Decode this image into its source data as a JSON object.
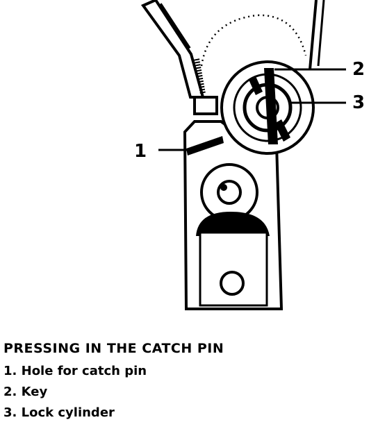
{
  "figure": {
    "callouts": [
      {
        "number": "1"
      },
      {
        "number": "2"
      },
      {
        "number": "3"
      }
    ]
  },
  "caption": {
    "title": "PRESSING IN THE CATCH PIN",
    "items": [
      "1. Hole for catch pin",
      "2. Key",
      "3. Lock cylinder"
    ]
  }
}
